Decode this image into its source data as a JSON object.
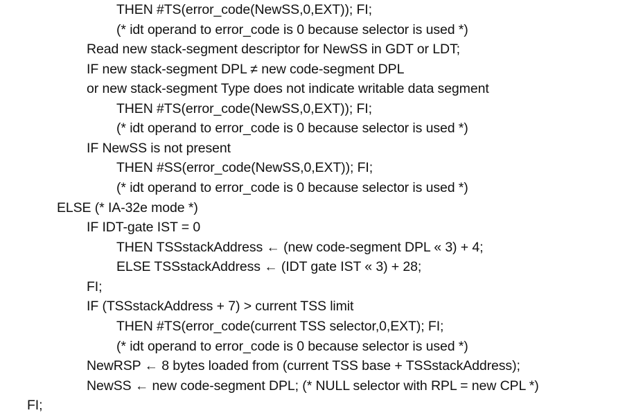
{
  "lines": [
    "THEN #TS(error_code(NewSS,0,EXT)); FI;",
    "(* idt operand to error_code is 0 because selector is used *)",
    "Read new stack-segment descriptor for NewSS in GDT or LDT;",
    "IF new stack-segment DPL ≠ new code-segment DPL",
    "or new stack-segment Type does not indicate writable data segment",
    "THEN #TS(error_code(NewSS,0,EXT)); FI;",
    "(* idt operand to error_code is 0 because selector is used *)",
    "IF NewSS is not present",
    "THEN #SS(error_code(NewSS,0,EXT)); FI;",
    "(* idt operand to error_code is 0 because selector is used *)",
    "ELSE (* IA-32e mode *)",
    "IF IDT-gate IST = 0",
    "THEN TSSstackAddress ← (new code-segment DPL « 3) + 4;",
    "ELSE TSSstackAddress ← (IDT gate IST « 3) + 28;",
    "FI;",
    "IF (TSSstackAddress + 7) > current TSS limit",
    "THEN #TS(error_code(current TSS selector,0,EXT); FI;",
    "(* idt operand to error_code is 0 because selector is used *)",
    "NewRSP ← 8 bytes loaded from (current TSS base + TSSstackAddress);",
    "NewSS ← new code-segment DPL; (* NULL selector with RPL = new CPL *)",
    "FI;"
  ]
}
